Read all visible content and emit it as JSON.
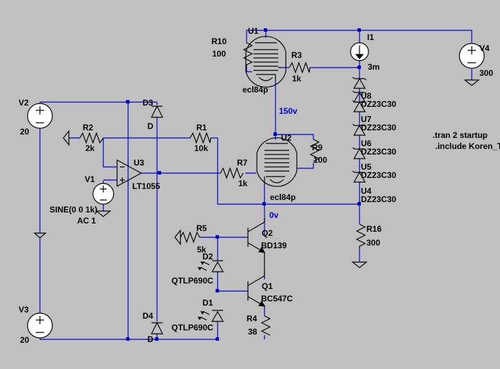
{
  "components": {
    "U1": {
      "name": "U1",
      "value": "ecl84p"
    },
    "U2": {
      "name": "U2",
      "value": "ecl84p"
    },
    "U3": {
      "name": "U3",
      "value": "LT1055"
    },
    "U4": {
      "name": "U4",
      "value": "DZ23C30"
    },
    "U5": {
      "name": "U5",
      "value": "DZ23C30"
    },
    "U6": {
      "name": "U6",
      "value": "DZ23C30"
    },
    "U7": {
      "name": "U7",
      "value": "DZ23C30"
    },
    "U8": {
      "name": "U8",
      "value": "DZ23C30"
    },
    "R1": {
      "name": "R1",
      "value": "10k"
    },
    "R2": {
      "name": "R2",
      "value": "2k"
    },
    "R3": {
      "name": "R3",
      "value": "1k"
    },
    "R4": {
      "name": "R4",
      "value": "38"
    },
    "R5": {
      "name": "R5",
      "value": "5k"
    },
    "R7": {
      "name": "R7",
      "value": "1k"
    },
    "R9": {
      "name": "R9",
      "value": "100"
    },
    "R10": {
      "name": "R10",
      "value": "100"
    },
    "R16": {
      "name": "R16",
      "value": "300"
    },
    "V1": {
      "name": "V1",
      "value": "SINE(0 0 1k)",
      "value2": "AC 1"
    },
    "V2": {
      "name": "V2",
      "value": "20"
    },
    "V3": {
      "name": "V3",
      "value": "20"
    },
    "V4": {
      "name": "V4",
      "value": "300"
    },
    "I1": {
      "name": "I1",
      "value": "3m"
    },
    "D1": {
      "name": "D1",
      "value": "QTLP690C"
    },
    "D2": {
      "name": "D2",
      "value": "QTLP690C"
    },
    "D3": {
      "name": "D3",
      "value": "D"
    },
    "D4": {
      "name": "D4",
      "value": "D"
    },
    "Q1": {
      "name": "Q1",
      "value": "BC547C"
    },
    "Q2": {
      "name": "Q2",
      "value": "BD139"
    }
  },
  "nets": {
    "n150": "150v",
    "n0": "0v"
  },
  "directives": {
    "tran": ".tran 2 startup",
    "include": ".include Koren_T"
  }
}
